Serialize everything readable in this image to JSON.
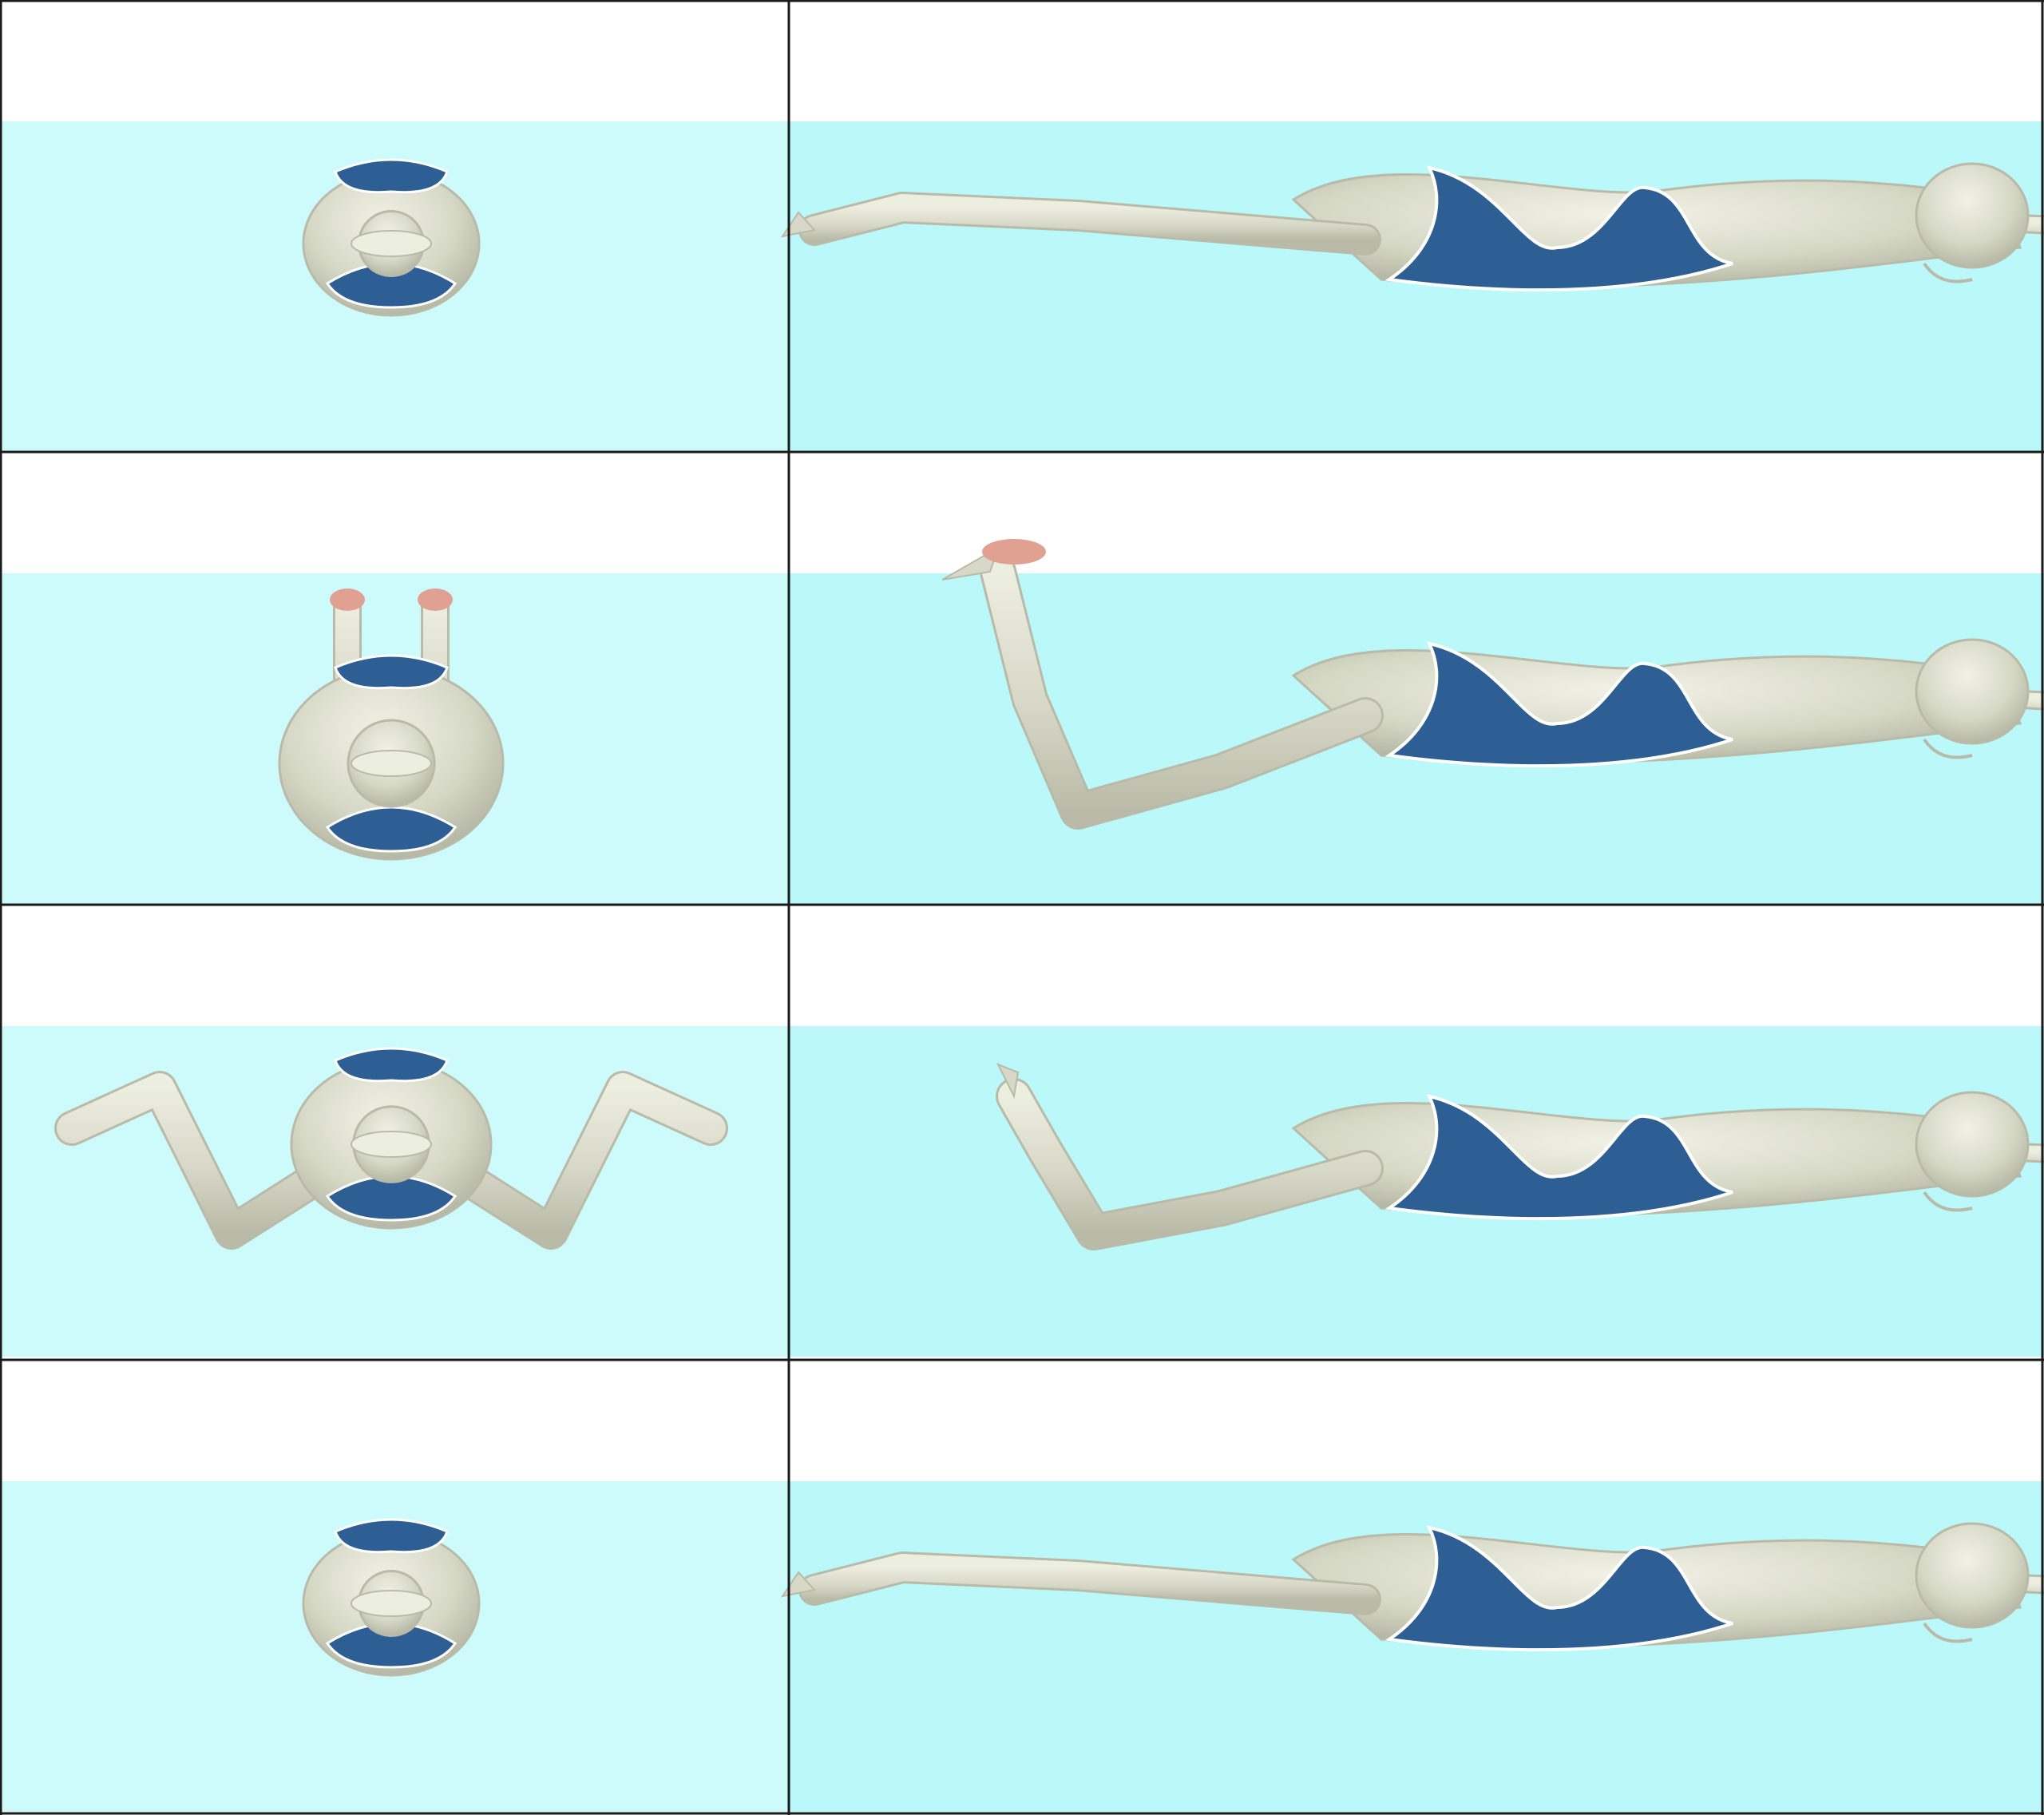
{
  "colors": {
    "sky": "#ffffff",
    "water_front": "#cdfafb",
    "water_side": "#baf8f9",
    "grid_line": "#1a1a1a",
    "skin": "#d8d8c8",
    "skin_shade": "#b9bba8",
    "skin_highlight": "#eceee0",
    "swimsuit": "#2d5f94",
    "swimsuit_trim": "#ffffff",
    "cap_highlight": "#e0a193"
  },
  "rows": [
    {
      "phase": "glide",
      "front_view": "streamline-front-icon",
      "side_view": "streamline-side-icon"
    },
    {
      "phase": "knee-bend",
      "front_view": "knees-bent-front-icon",
      "side_view": "knees-bent-side-icon"
    },
    {
      "phase": "feet-out",
      "front_view": "feet-turned-out-front-icon",
      "side_view": "feet-turned-out-side-icon"
    },
    {
      "phase": "glide",
      "front_view": "streamline-front-icon",
      "side_view": "streamline-side-icon"
    }
  ]
}
